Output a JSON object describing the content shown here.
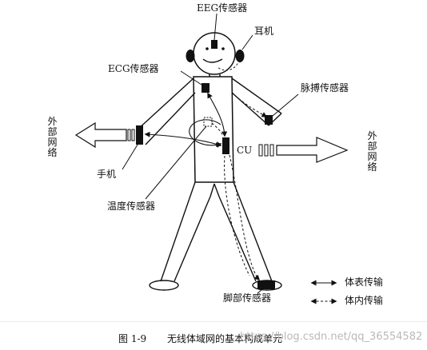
{
  "labels": {
    "eeg": "EEG传感器",
    "earphone": "耳机",
    "ecg": "ECG传感器",
    "pulse": "脉搏传感器",
    "phone": "手机",
    "temp": "温度传感器",
    "cu": "CU",
    "foot": "脚部传感器",
    "external_left": "外部网络",
    "external_right": "外部网络"
  },
  "legend": {
    "surface": "体表传输",
    "internal": "体内传输"
  },
  "caption": {
    "number": "图 1-9",
    "title": "无线体域网的基本构成单元"
  },
  "watermark": "https://blog.csdn.net/qq_36554582",
  "colors": {
    "ink": "#111111",
    "watermark": "#b9b9b9",
    "background": "#ffffff"
  }
}
